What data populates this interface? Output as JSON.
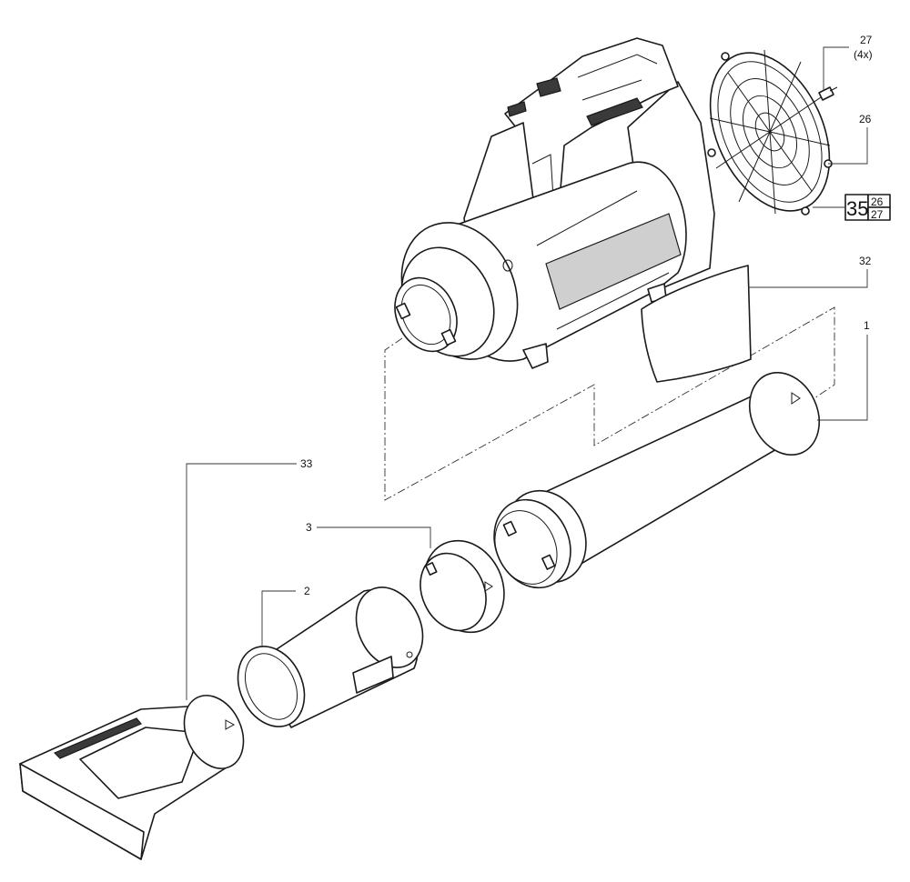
{
  "callouts": {
    "p1": "1",
    "p2": "2",
    "p3": "3",
    "p26": "26",
    "p27": "27",
    "p27_qty": "(4x)",
    "p32": "32",
    "p33": "33"
  },
  "kit": {
    "number": "35",
    "part_a": "26",
    "part_b": "27"
  }
}
